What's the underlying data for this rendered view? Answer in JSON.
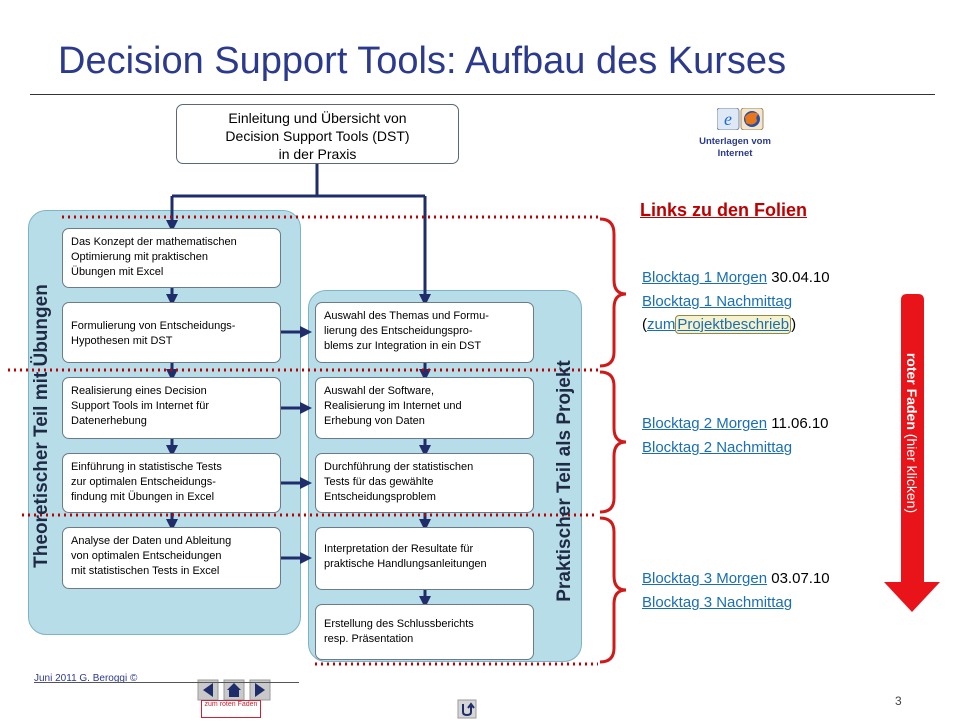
{
  "slide": {
    "title": "Decision Support Tools: Aufbau des Kurses",
    "page_number": "3",
    "footer": "Juni 2011 G. Beroggi ©"
  },
  "top_box": {
    "text_lines": [
      "Einleitung und Übersicht von",
      "Decision Support Tools (DST)",
      "in der Praxis"
    ]
  },
  "internet": {
    "label_lines": [
      "Unterlagen vom",
      "Internet"
    ]
  },
  "theory": {
    "label": "Theoretischer Teil mit Übungen",
    "boxes": [
      [
        "Das Konzept der mathematischen",
        "Optimierung mit praktischen",
        "Übungen mit Excel"
      ],
      [
        "Formulierung von Entscheidungs-",
        "Hypothesen mit DST"
      ],
      [
        "Realisierung eines Decision",
        "Support Tools im Internet für",
        "Datenerhebung"
      ],
      [
        "Einführung in statistische Tests",
        "zur optimalen Entscheidungs-",
        "findung mit Übungen in Excel"
      ],
      [
        "Analyse der Daten und Ableitung",
        "von optimalen Entscheidungen",
        "mit statistischen Tests in Excel"
      ]
    ]
  },
  "practice": {
    "label": "Praktischer Teil als Projekt",
    "boxes": [
      [
        "Auswahl des Themas und Formu-",
        "lierung des Entscheidungspro-",
        "blems zur Integration in ein DST"
      ],
      [
        "Auswahl der Software,",
        "Realisierung im Internet und",
        "Erhebung von Daten"
      ],
      [
        "Durchführung der statistischen",
        "Tests für das gewählte",
        "Entscheidungsproblem"
      ],
      [
        "Interpretation der Resultate für",
        "praktische Handlungsanleitungen"
      ],
      [
        "Erstellung des Schlussberichts",
        "resp. Präsentation"
      ]
    ]
  },
  "links": {
    "heading": "Links zu den Folien",
    "b1_morning": "Blocktag 1 Morgen",
    "b1_date": " 30.04.10",
    "b1_afternoon": "Blocktag 1 Nachmittag",
    "b1_open_paren": "(",
    "b1_zum": "zum",
    "b1_projekt": "Projektbeschrieb",
    "b1_close_paren": ")",
    "b2_morning": "Blocktag 2 Morgen",
    "b2_date": " 11.06.10",
    "b2_afternoon": "Blocktag 2 Nachmittag",
    "b3_morning": "Blocktag 3 Morgen",
    "b3_date": " 03.07.10",
    "b3_afternoon": "Blocktag 3 Nachmittag"
  },
  "red_thread": {
    "label_bold": "roter Faden",
    "label_rest": " (hier klicken)",
    "button_label": "zum roten Faden"
  },
  "colors": {
    "title": "#2b3a8c",
    "panel": "#b7dde8",
    "arrow_navy": "#1f2d6b",
    "dotted_red": "#c00000",
    "link": "#1a6fb2",
    "red_arrow": "#e8141a"
  }
}
